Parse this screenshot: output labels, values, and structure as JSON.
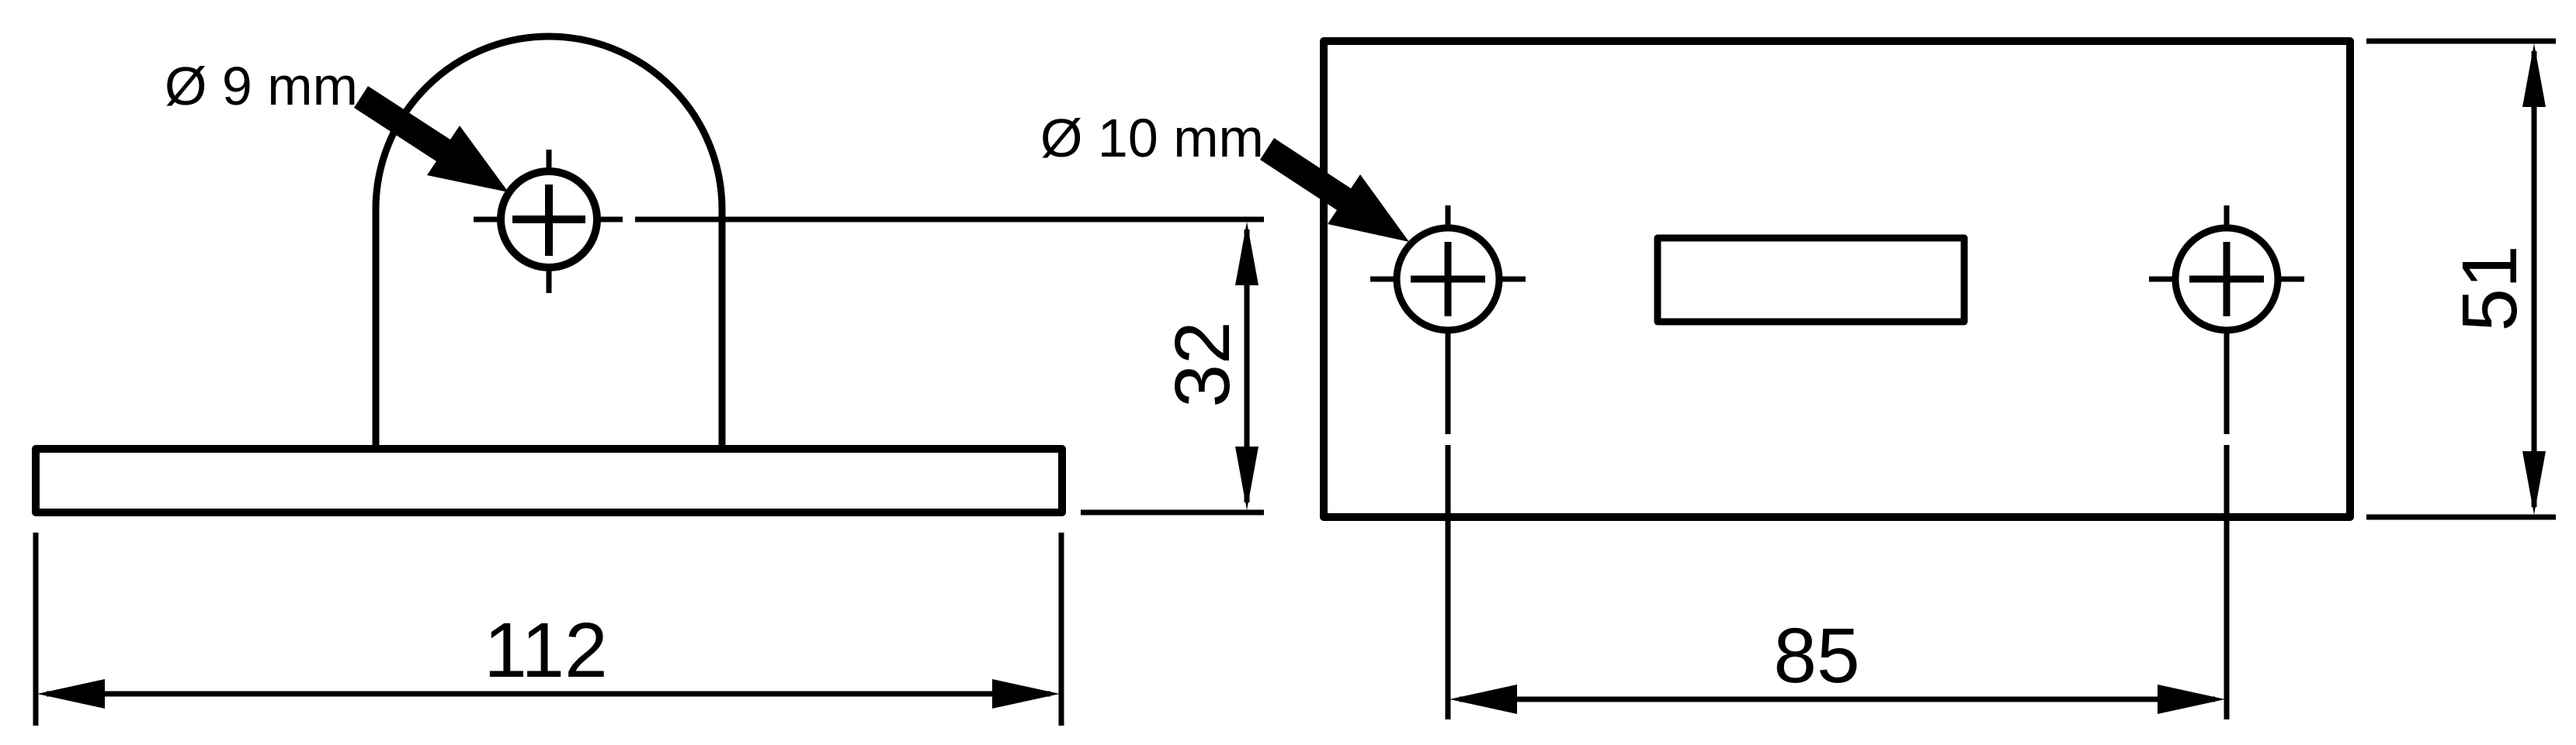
{
  "page": {
    "background": "#ffffff",
    "line_color": "#000000"
  },
  "side_view": {
    "hole_diameter_label": "Ø 9 mm",
    "overall_width": "112",
    "hole_center_height": "32"
  },
  "plan_view": {
    "hole_diameter_label": "Ø 10 mm",
    "hole_spacing": "85",
    "plate_depth": "51"
  }
}
